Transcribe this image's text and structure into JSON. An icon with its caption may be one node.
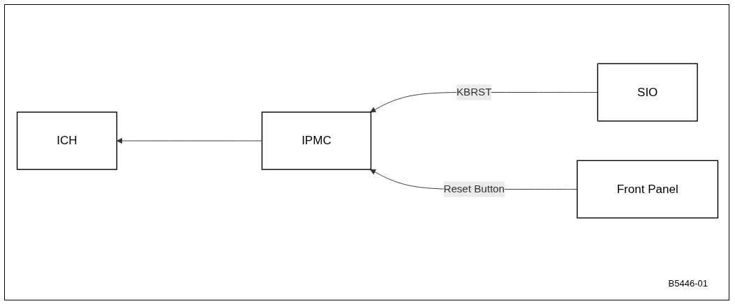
{
  "diagram": {
    "nodes": [
      {
        "text": [
          "ICH"
        ]
      },
      {
        "text": [
          "SIO"
        ]
      },
      {
        "text": [
          "IPMC"
        ]
      },
      {
        "text": [
          "Front Panel"
        ]
      }
    ],
    "edges": [
      {
        "from": 2,
        "to": 0,
        "arrow": "to"
      },
      {
        "from": 1,
        "to": 2,
        "arrow": "to",
        "label": "KBRST"
      },
      {
        "from": 3,
        "to": 2,
        "arrow": "to",
        "label": "Reset Button"
      }
    ],
    "labels": [
      "B5446-01"
    ]
  }
}
